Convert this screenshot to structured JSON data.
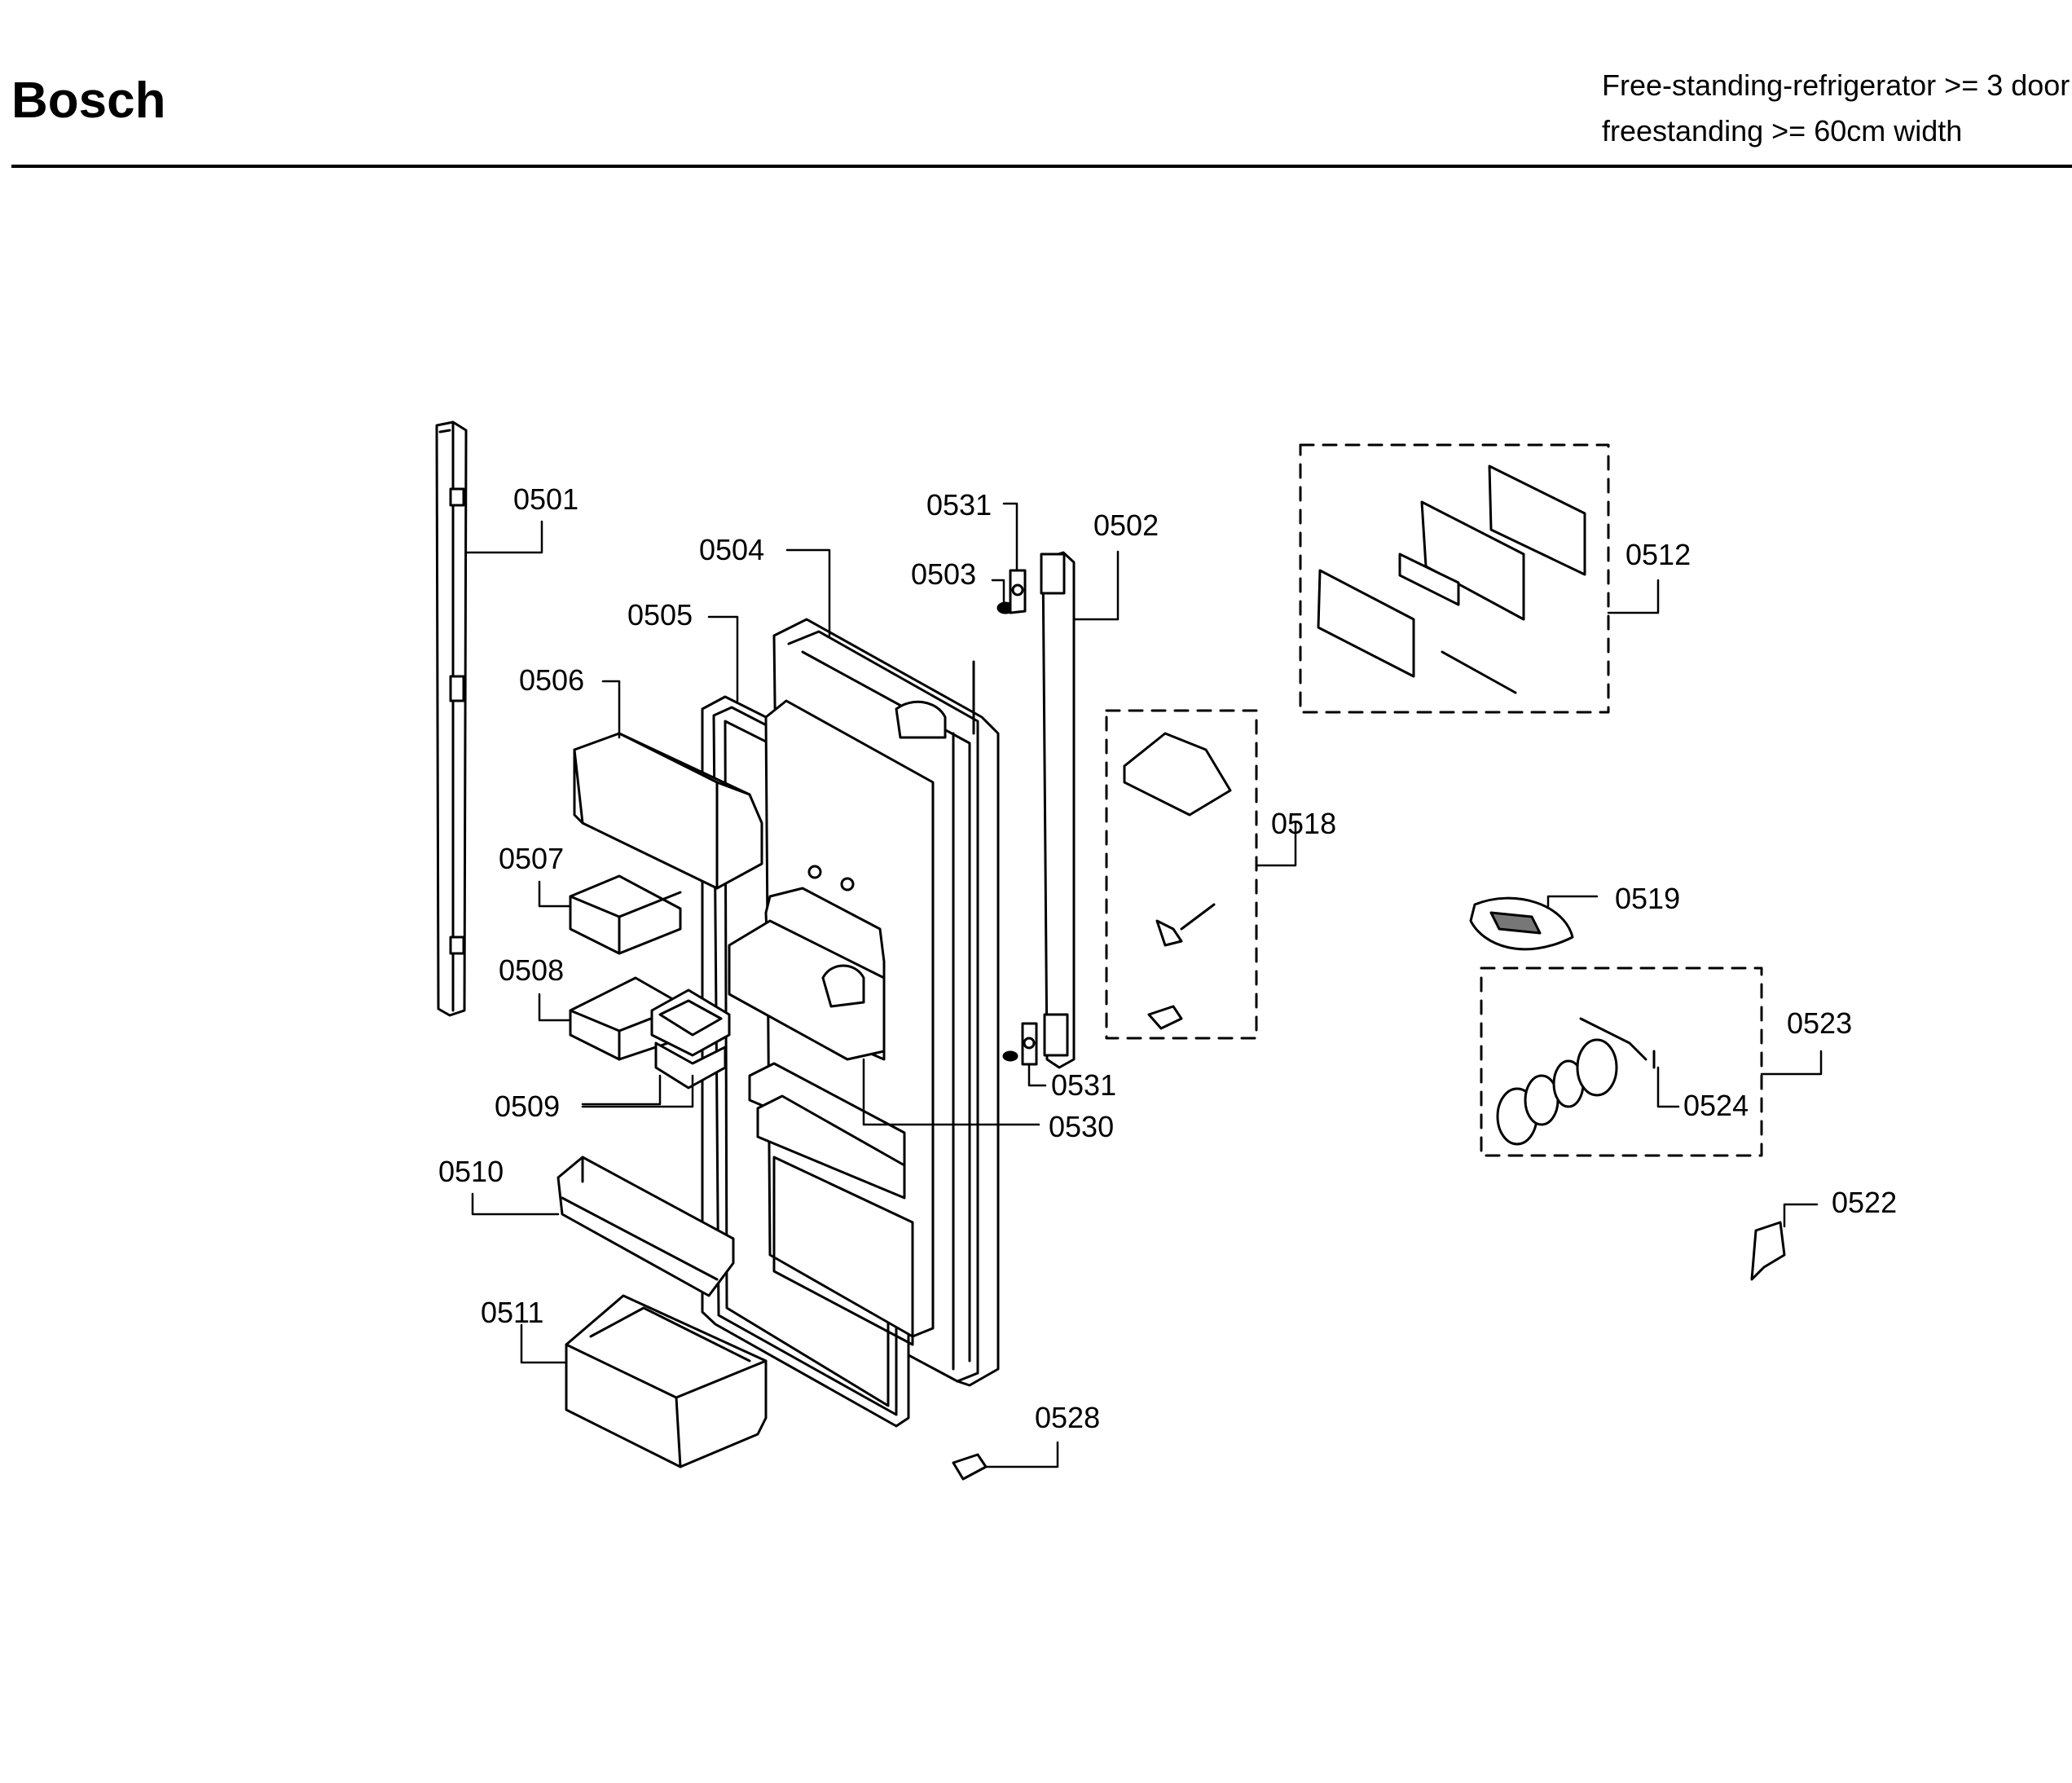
{
  "header": {
    "brand": "Bosch",
    "subtitle_line1": "Free-standing-refrigerator >= 3 door",
    "subtitle_line2": "freestanding >= 60cm width"
  },
  "parts": {
    "p0501": "0501",
    "p0502": "0502",
    "p0503": "0503",
    "p0504": "0504",
    "p0505": "0505",
    "p0506": "0506",
    "p0507": "0507",
    "p0508": "0508",
    "p0509": "0509",
    "p0510": "0510",
    "p0511": "0511",
    "p0512": "0512",
    "p0518": "0518",
    "p0519": "0519",
    "p0522": "0522",
    "p0523": "0523",
    "p0524": "0524",
    "p0528": "0528",
    "p0530": "0530",
    "p0531_top": "0531",
    "p0531_bottom": "0531"
  }
}
